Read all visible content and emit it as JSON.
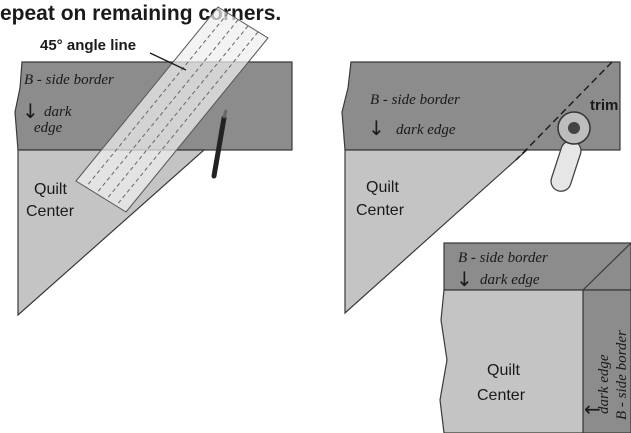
{
  "header_partial": "epeat on remaining corners.",
  "angle_line_label": "45° angle line",
  "trim_label": "trim",
  "panels": {
    "one": {
      "border_text": "B - side border",
      "edge_line1": "dark",
      "edge_line2": "edge",
      "arrow": "↓",
      "center_line1": "Quilt",
      "center_line2": "Center"
    },
    "two": {
      "border_text": "B - side border",
      "edge_text": "dark edge",
      "arrow": "↓",
      "center_line1": "Quilt",
      "center_line2": "Center"
    },
    "three": {
      "border_text": "B - side border",
      "edge_text": "dark edge",
      "arrow": "↓",
      "center_line1": "Quilt",
      "center_line2": "Center",
      "side_edge": "dark edge",
      "side_border": "B - side border",
      "side_arrow": "←"
    }
  },
  "colors": {
    "border_fill": "#8c8c8c",
    "center_fill": "#c4c4c4",
    "ruler_fill": "#eeeeee",
    "outline": "#3a3a3a"
  }
}
